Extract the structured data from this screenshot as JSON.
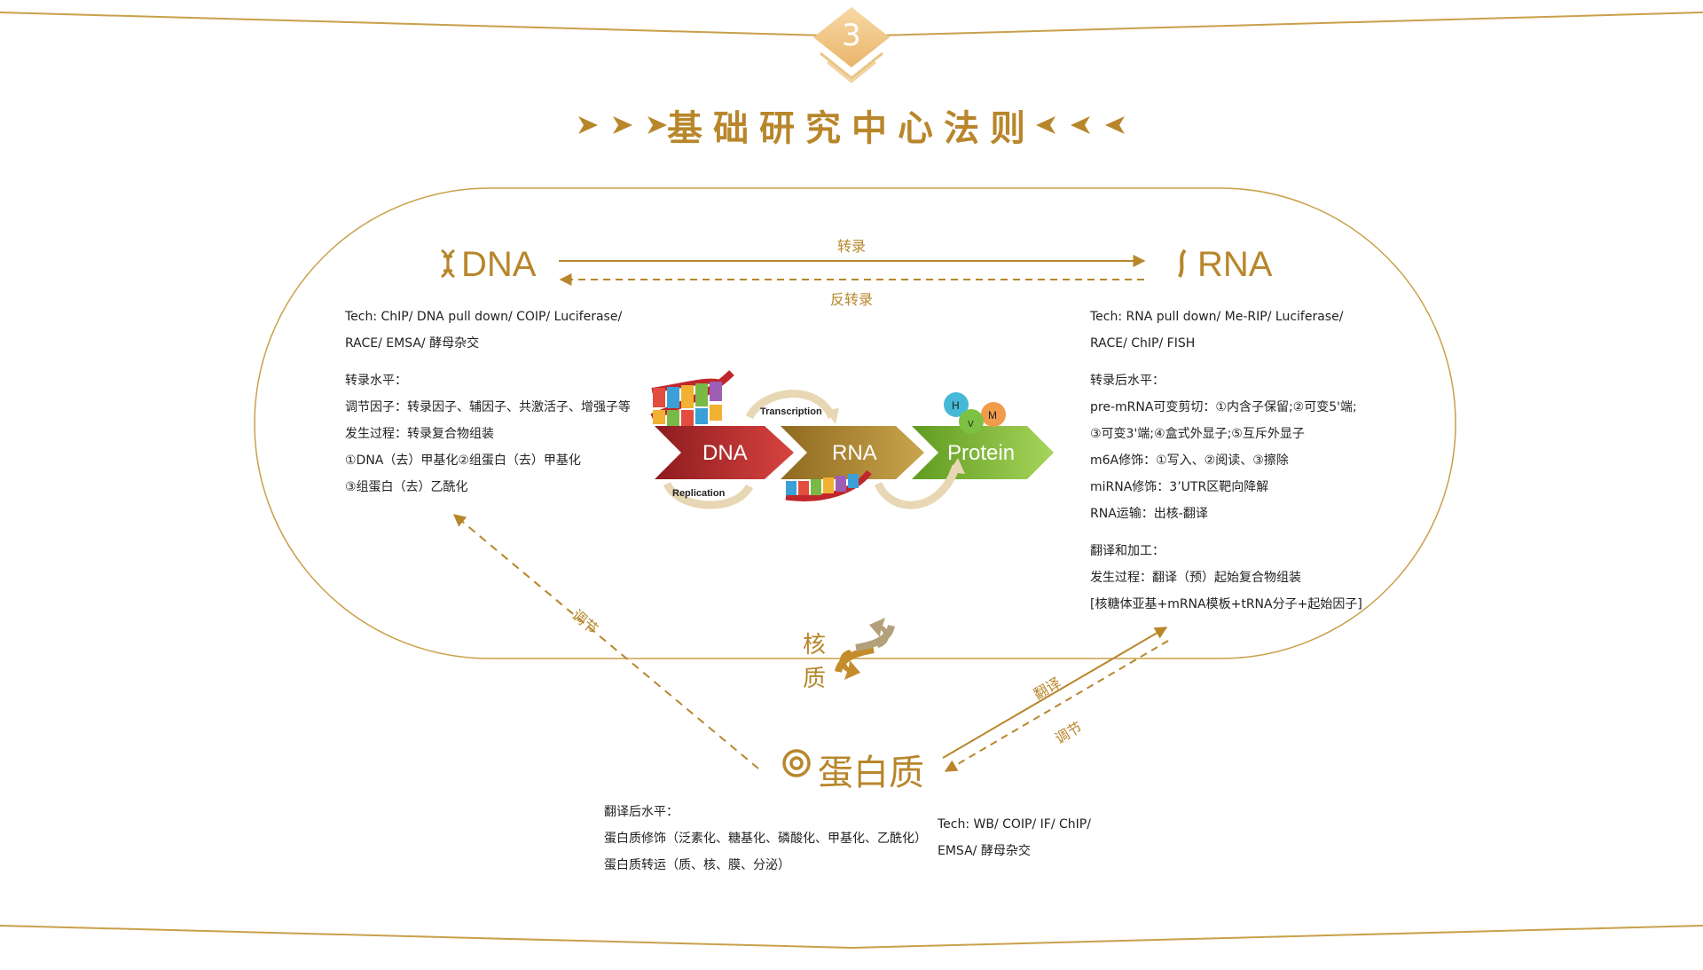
{
  "badge": {
    "number": "3"
  },
  "title": "基础研究中心法则",
  "nodes": {
    "dna": "DNA",
    "rna": "RNA",
    "protein": "蛋白质"
  },
  "arrows": {
    "transcription": "转录",
    "reverse_transcription": "反转录",
    "regulate_left": "调节",
    "translate": "翻译",
    "regulate_right": "调节"
  },
  "nucleus_cytoplasm": {
    "top": "核",
    "bottom": "质"
  },
  "dna_panel": {
    "tech_line1": "Tech: ChIP/ DNA pull down/ COIP/ Luciferase/",
    "tech_line2": "RACE/ EMSA/ 酵母杂交",
    "heading": "转录水平：",
    "lines": [
      "调节因子：转录因子、辅因子、共激活子、增强子等",
      "发生过程：转录复合物组装",
      "①DNA（去）甲基化②组蛋白（去）甲基化",
      "③组蛋白（去）乙酰化"
    ]
  },
  "rna_panel": {
    "tech_line1": "Tech: RNA  pull down/ Me-RIP/  Luciferase/",
    "tech_line2": "RACE/ ChIP/ FISH",
    "heading": "转录后水平：",
    "lines": [
      "pre-mRNA可变剪切：①内含子保留;②可变5'端;",
      "③可变3'端;④盒式外显子;⑤互斥外显子",
      "m6A修饰：①写入、②阅读、③擦除",
      "miRNA修饰：3’UTR区靶向降解",
      "RNA运输：出核-翻译"
    ],
    "heading2": "翻译和加工：",
    "lines2": [
      "发生过程：翻译（预）起始复合物组装",
      "[核糖体亚基+mRNA模板+tRNA分子+起始因子]"
    ]
  },
  "protein_panel": {
    "heading": "翻译后水平：",
    "lines": [
      "蛋白质修饰（泛素化、糖基化、磷酸化、甲基化、乙酰化）",
      "蛋白质转运（质、核、膜、分泌）"
    ],
    "tech_line1": "Tech: WB/ COIP/ IF/ ChIP/",
    "tech_line2": "EMSA/ 酵母杂交"
  },
  "center_graphic": {
    "dna": "DNA",
    "rna": "RNA",
    "protein": "Protein",
    "transcription": "Transcription",
    "replication": "Replication",
    "modifications": [
      "H",
      "V",
      "M"
    ]
  },
  "colors": {
    "gold": "#b8862b",
    "dna_arrow": "#b5262b",
    "rna_arrow": "#a8862a",
    "protein_arrow": "#7cb732"
  }
}
